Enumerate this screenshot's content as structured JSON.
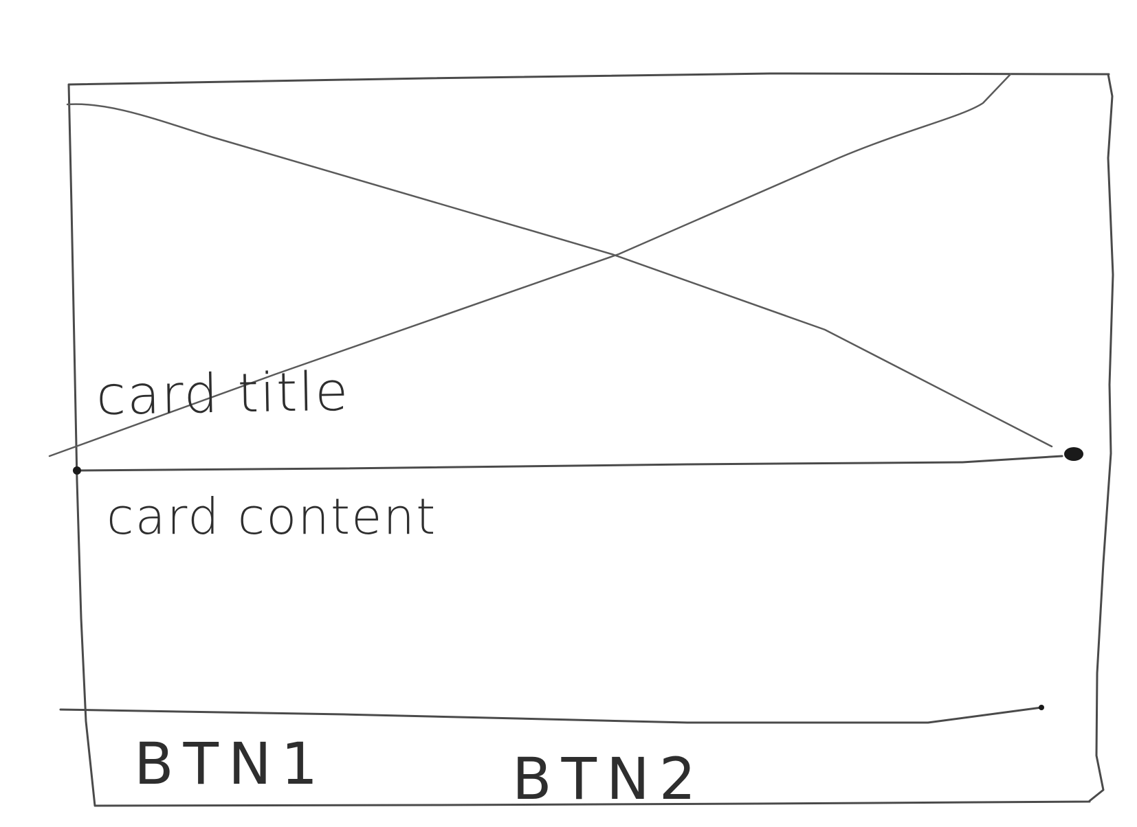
{
  "card": {
    "image_placeholder": "image-placeholder",
    "title": "card title",
    "content": "card content",
    "actions": [
      {
        "label": "BTN1"
      },
      {
        "label": "BTN2"
      }
    ]
  },
  "colors": {
    "ink": "#2e2e2e",
    "paper": "#ffffff"
  }
}
